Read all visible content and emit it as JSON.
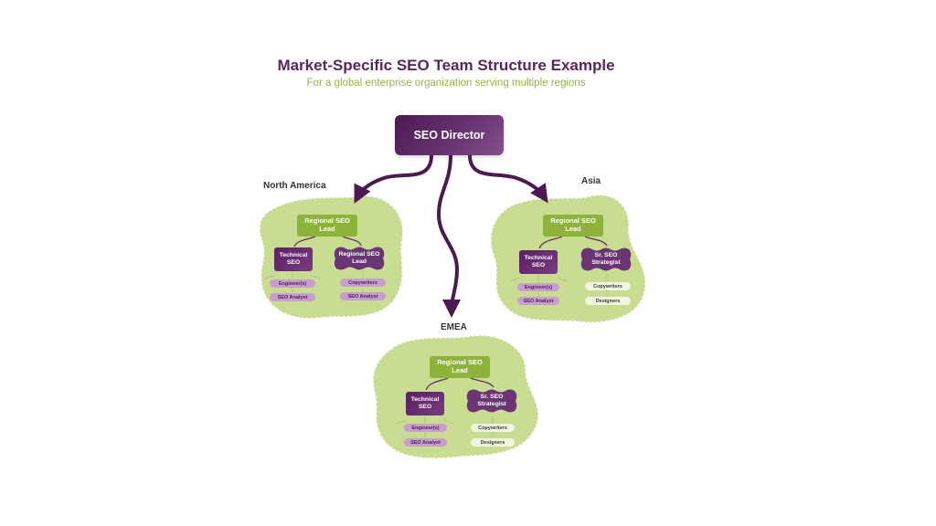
{
  "title": "Market-Specific SEO Team Structure Example",
  "subtitle": "For a global enterprise organization serving multiple regions",
  "colors": {
    "purple_dark": "#4b1a52",
    "purple": "#5a2660",
    "green": "#8db33a",
    "blob_fill": "#c8dc92",
    "pill_purple": "#c89ed0",
    "pill_light": "#f1f6df"
  },
  "director": {
    "label": "SEO Director"
  },
  "regions": {
    "north_america": {
      "name": "North America",
      "lead": "Regional SEO Lead",
      "left": {
        "label": "Technical SEO",
        "items": [
          "Engineer(s)",
          "SEO Analyst"
        ]
      },
      "right": {
        "label": "Regional SEO Lead",
        "items": [
          "Copywriters",
          "SEO Analyst"
        ]
      }
    },
    "asia": {
      "name": "Asia",
      "lead": "Regional SEO Lead",
      "left": {
        "label": "Technical SEO",
        "items": [
          "Engineer(s)",
          "SEO Analyst"
        ]
      },
      "right": {
        "label": "Sr. SEO Strategist",
        "items": [
          "Copywriters",
          "Designers"
        ]
      }
    },
    "emea": {
      "name": "EMEA",
      "lead": "Regional SEO Lead",
      "left": {
        "label": "Technical SEO",
        "items": [
          "Engineer(s)",
          "SEO Analyst"
        ]
      },
      "right": {
        "label": "Sr. SEO Strategist",
        "items": [
          "Copywriters",
          "Designers"
        ]
      }
    }
  }
}
